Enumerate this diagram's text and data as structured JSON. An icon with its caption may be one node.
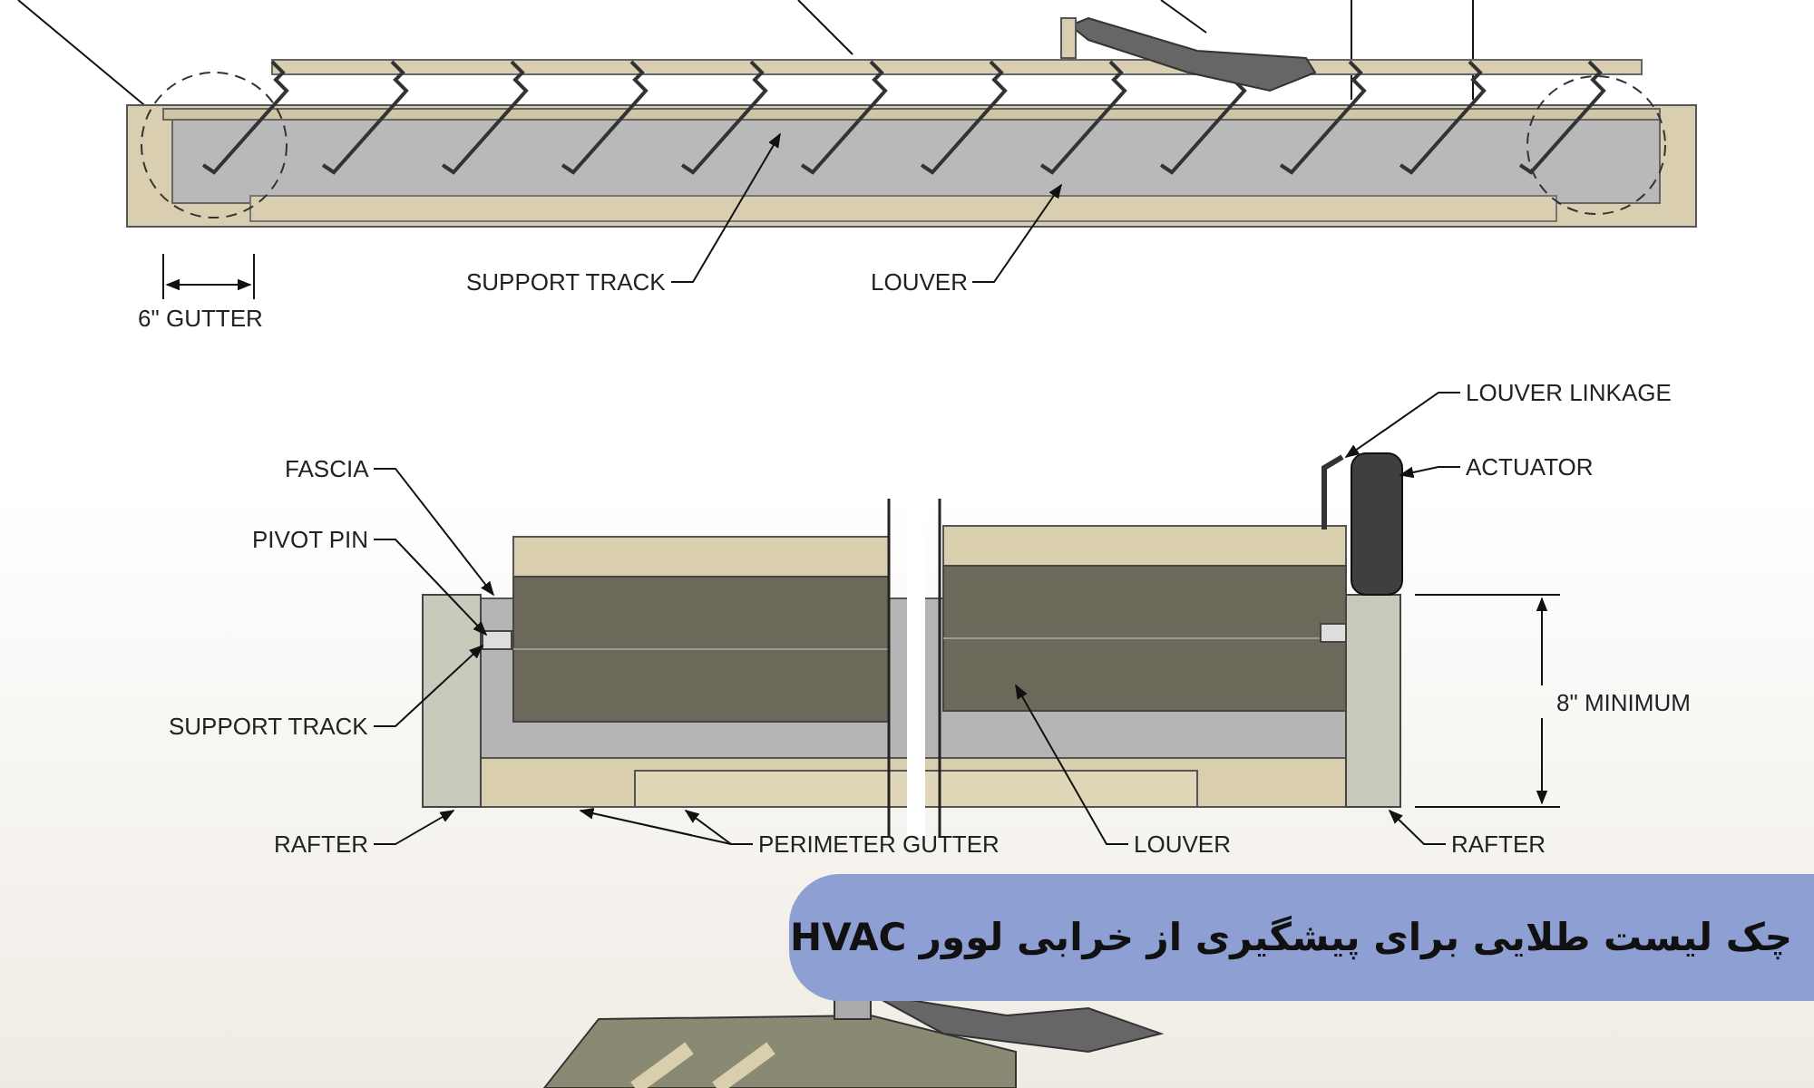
{
  "diagram": {
    "title": "چک لیست طلایی برای پیشگیری از خرابی لوور HVAC",
    "nodes": [
      {
        "text": [
          "SUPPORT TRACK"
        ]
      },
      {
        "text": [
          "LOUVER"
        ]
      },
      {
        "text": [
          "LOUVER LINKAGE"
        ]
      },
      {
        "text": [
          "FASCIA"
        ]
      },
      {
        "text": [
          "ACTUATOR"
        ]
      },
      {
        "text": [
          "PIVOT PIN"
        ]
      },
      {
        "text": [
          "SUPPORT TRACK"
        ]
      },
      {
        "text": [
          "RAFTER"
        ]
      },
      {
        "text": [
          "PERIMETER GUTTER"
        ]
      },
      {
        "text": [
          "LOUVER"
        ]
      },
      {
        "text": [
          "RAFTER"
        ]
      }
    ],
    "edges": [
      {
        "from": 0,
        "to": null,
        "arrow": "to"
      },
      {
        "from": 1,
        "to": null,
        "arrow": "to"
      },
      {
        "from": 2,
        "to": null,
        "arrow": "to"
      },
      {
        "from": 3,
        "to": null,
        "arrow": "to"
      },
      {
        "from": 4,
        "to": null,
        "arrow": "to"
      },
      {
        "from": 5,
        "to": null,
        "arrow": "to"
      },
      {
        "from": 6,
        "to": null,
        "arrow": "to"
      },
      {
        "from": 7,
        "to": null,
        "arrow": "to"
      },
      {
        "from": 8,
        "to": null,
        "arrow": "to"
      },
      {
        "from": 8,
        "to": null,
        "arrow": "to"
      },
      {
        "from": 9,
        "to": null,
        "arrow": "to"
      },
      {
        "from": 10,
        "to": null,
        "arrow": "to"
      }
    ],
    "labels": [
      "6\" GUTTER",
      "8\" MINIMUM"
    ]
  }
}
